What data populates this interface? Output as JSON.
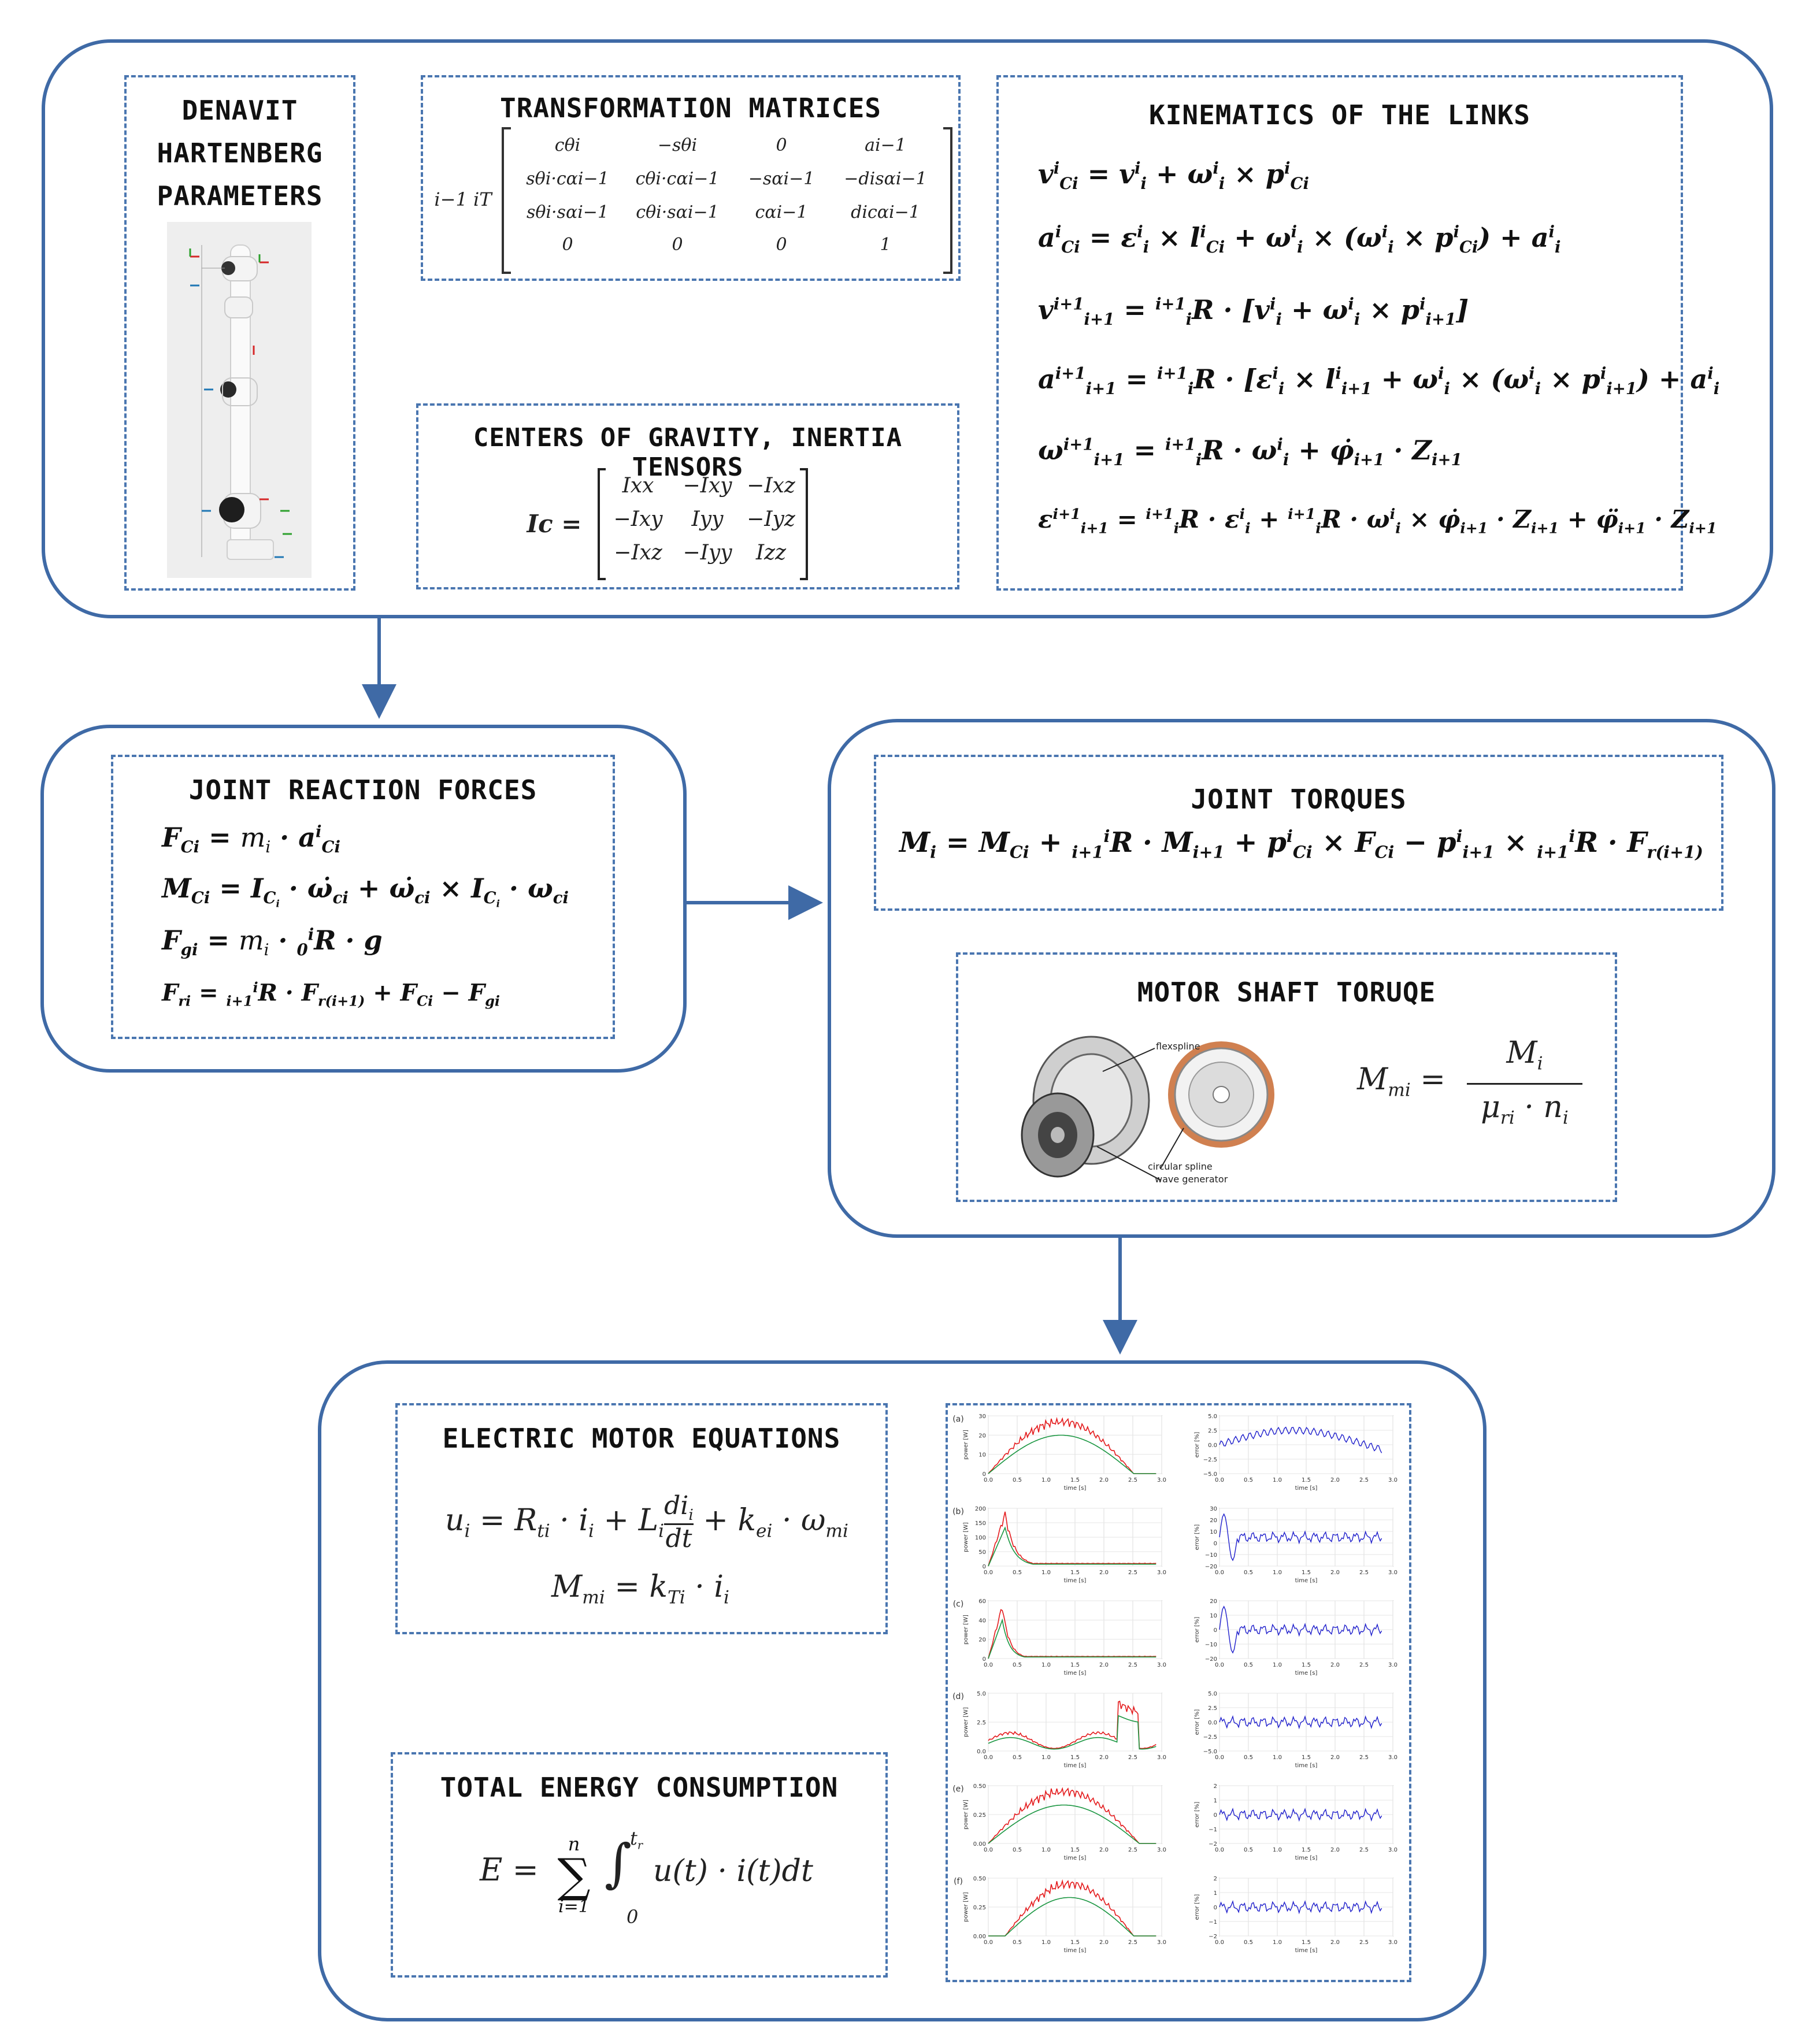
{
  "top": {
    "dh": {
      "title_line1": "DENAVIT",
      "title_line2": "HARTENBERG",
      "title_line3": "PARAMETERS"
    },
    "tm": {
      "title": "TRANSFORMATION MATRICES",
      "lhs": "i−1 iT",
      "cells": [
        [
          "cθi",
          "−sθi",
          "0",
          "ai−1"
        ],
        [
          "sθi·cαi−1",
          "cθi·cαi−1",
          "−sαi−1",
          "−disαi−1"
        ],
        [
          "sθi·sαi−1",
          "cθi·sαi−1",
          "cαi−1",
          "dicαi−1"
        ],
        [
          "0",
          "0",
          "0",
          "1"
        ]
      ]
    },
    "cg": {
      "title": "CENTERS OF GRAVITY, INERTIA TENSORS",
      "lhs": "Ic =",
      "cells": [
        [
          "Ixx",
          "−Ixy",
          "−Ixz"
        ],
        [
          "−Ixy",
          "Iyy",
          "−Iyz"
        ],
        [
          "−Ixz",
          "−Iyy",
          "Izz"
        ]
      ]
    },
    "kin": {
      "title": "KINEMATICS OF THE LINKS",
      "eq1": "vᵢCi = vᵢᵢ + ωᵢᵢ × pᵢCi",
      "eq2": "aᵢCi = εᵢᵢ × lᵢCi + ωᵢᵢ × (ωᵢᵢ × pᵢCi) + aᵢᵢ",
      "eq3": "vi+1i+1 = i+1iR · [vᵢᵢ + ωᵢᵢ × pᵢi+1]",
      "eq4": "ai+1i+1 = i+1iR · [εᵢᵢ × lᵢi+1 + ωᵢᵢ × (ωᵢᵢ × pᵢi+1) + aᵢᵢ",
      "eq5": "ωi+1i+1 = i+1iR · ωᵢᵢ + φ̇i+1 · Zi+1",
      "eq6": "εi+1i+1 = i+1iR · εᵢᵢ + i+1iR · ωᵢᵢ × φ̇i+1 · Zi+1 + φ̈i+1 · Zi+1"
    }
  },
  "middle": {
    "jrf": {
      "title": "JOINT REACTION FORCES",
      "eq1": "FCi = mi · aᵢCi",
      "eq2": "MCi = ICi · ω̇ci + ω̇ci × ICi · ωci",
      "eq3": "Fgi = mi · 0iR · g",
      "eq4": "Fri = i+1iR · Fr(i+1) + FCi − Fgi"
    },
    "jt": {
      "title": "JOINT TORQUES",
      "eq1": "Mi = MCi + i+1iR · Mi+1 + pᵢCi × FCi − pᵢi+1 × i+1iR · Fr(i+1)"
    },
    "mst": {
      "title": "MOTOR SHAFT TORUQE",
      "label_flexspline": "flexspline",
      "label_circular": "circular spline",
      "label_wave": "wave generator",
      "eq_lhs": "Mmi =",
      "eq_num": "Mi",
      "eq_den": "μri · ni"
    }
  },
  "bottom": {
    "eme": {
      "title": "ELECTRIC MOTOR EQUATIONS",
      "eq1": "ui = Rti · ii + Li dii/dt + kei · ωmi",
      "eq2": "Mmi = kTi · ii"
    },
    "tec": {
      "title": "TOTAL ENERGY CONSUMPTION",
      "eq1": "E = Σ ∫ u(t) · i(t)dt"
    },
    "plots": {
      "panel_labels": [
        "(a)",
        "(b)",
        "(c)",
        "(d)",
        "(e)",
        "(f)"
      ],
      "x_ticks": [
        "0.0",
        "0.5",
        "1.0",
        "1.5",
        "2.0",
        "2.5",
        "3.0"
      ],
      "xlabel": "time [s]",
      "ylabel_power": "power [W]",
      "ylabel_error": "error [%]",
      "power_yticks": [
        [
          "0",
          "10",
          "20",
          "30"
        ],
        [
          "0",
          "50",
          "100",
          "150",
          "200"
        ],
        [
          "0",
          "20",
          "40",
          "60"
        ],
        [
          "0.0",
          "2.5",
          "5.0"
        ],
        [
          "0.00",
          "0.25",
          "0.50"
        ],
        [
          "0.00",
          "0.25",
          "0.50"
        ]
      ],
      "error_yticks": [
        [
          "−5.0",
          "−2.5",
          "0.0",
          "2.5",
          "5.0"
        ],
        [
          "−20",
          "−10",
          "0",
          "10",
          "20",
          "30"
        ],
        [
          "−20",
          "−10",
          "0",
          "10",
          "20"
        ],
        [
          "−5.0",
          "−2.5",
          "0.0",
          "2.5",
          "5.0"
        ],
        [
          "−2",
          "−1",
          "0",
          "1",
          "2"
        ],
        [
          "−2",
          "−1",
          "0",
          "1",
          "2"
        ]
      ],
      "colors": {
        "measured": "#e41a1c",
        "model": "#1a9641",
        "error": "#1f1fcc"
      }
    }
  },
  "colors": {
    "frame": "#3f6aa6",
    "dashed": "#4a76b0"
  }
}
